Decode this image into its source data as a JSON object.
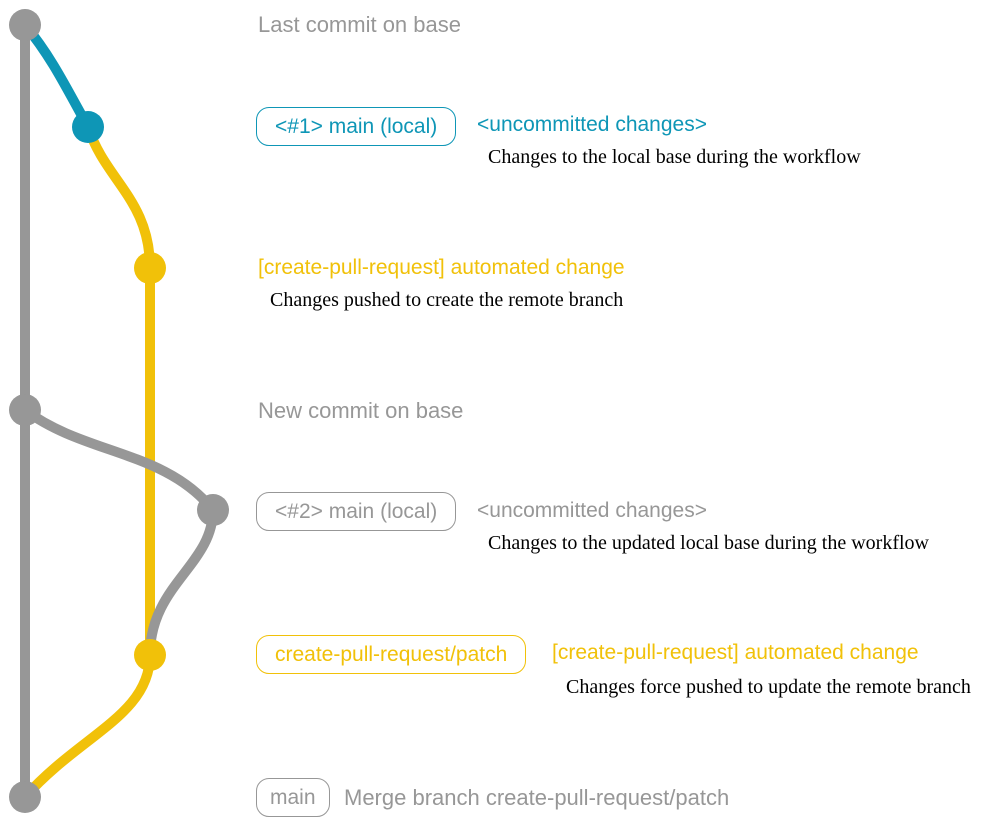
{
  "colors": {
    "gray": "#979797",
    "blue": "#0e96b6",
    "yellow": "#f1c109",
    "black": "#000000"
  },
  "rows": {
    "last_commit": {
      "label": "Last commit on base"
    },
    "main_local_1": {
      "badge": "<#1> main (local)",
      "title": "<uncommitted changes>",
      "description": "Changes to the local base during the workflow"
    },
    "cpr_create": {
      "title": "[create-pull-request] automated change",
      "description": "Changes pushed to create the remote branch"
    },
    "new_commit": {
      "label": "New commit on base"
    },
    "main_local_2": {
      "badge": "<#2> main (local)",
      "title": "<uncommitted changes>",
      "description": "Changes to the updated local base during the workflow"
    },
    "cpr_update": {
      "badge": "create-pull-request/patch",
      "title": "[create-pull-request] automated change",
      "description": "Changes force pushed to update the remote branch"
    },
    "merge": {
      "badge": "main",
      "label": "Merge branch create-pull-request/patch"
    }
  }
}
